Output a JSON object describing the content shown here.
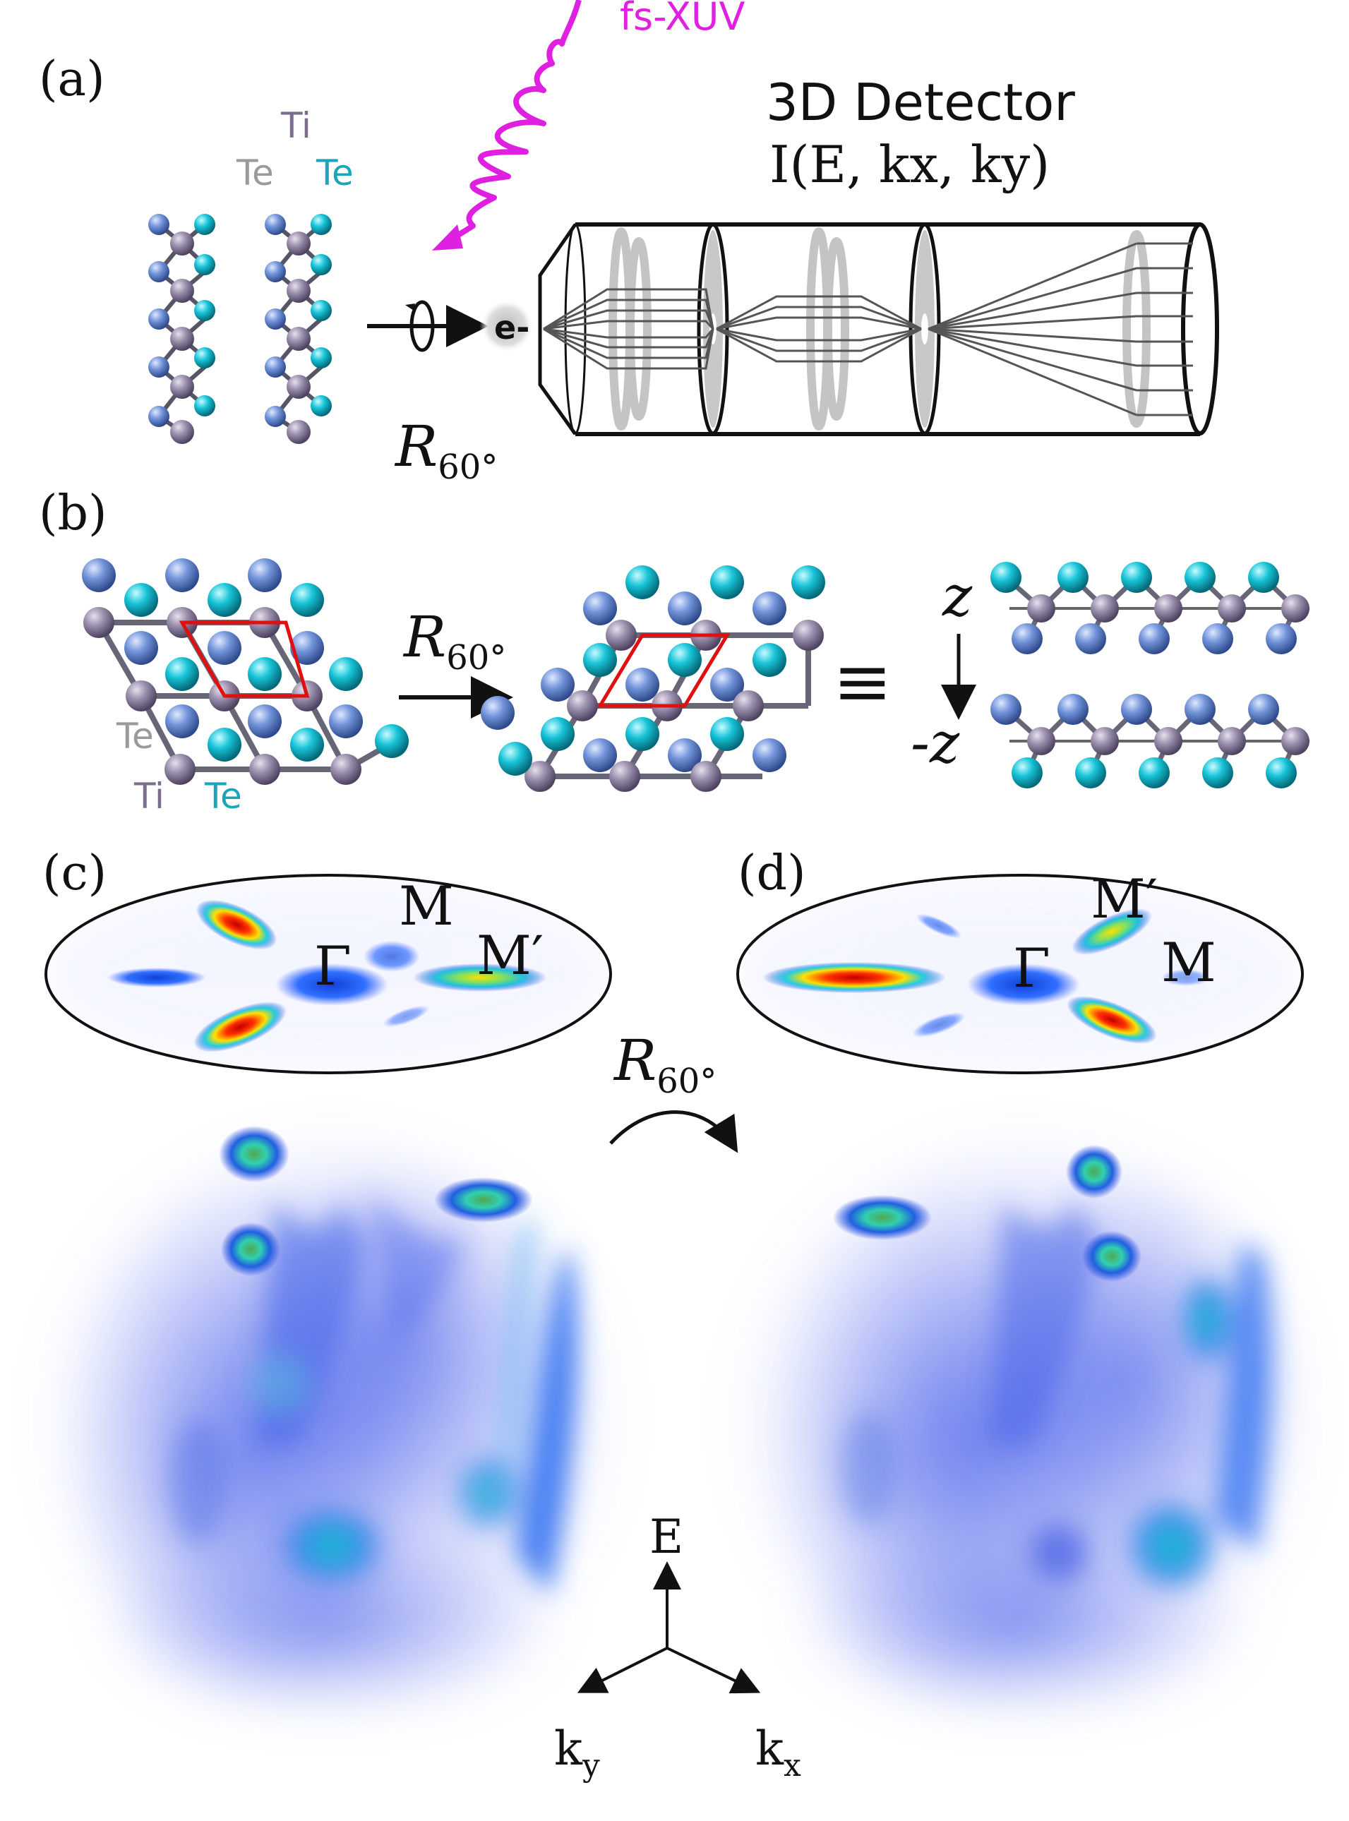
{
  "panels": {
    "a": {
      "label": "(a)"
    },
    "b": {
      "label": "(b)"
    },
    "c": {
      "label": "(c)"
    },
    "d": {
      "label": "(d)"
    }
  },
  "atoms": {
    "ti": "Ti",
    "te_top": "Te",
    "te_bottom": "Te"
  },
  "beam": {
    "label": "fs-XUV",
    "color": "#e020e0"
  },
  "electron": {
    "label": "e-"
  },
  "detector": {
    "title": "3D Detector",
    "formula": "I(E, kx, ky)"
  },
  "rotation": {
    "symbol": "R",
    "subscript": "60°"
  },
  "equivalence": {
    "symbol": "≡"
  },
  "z_axis": {
    "top": "z",
    "bottom": "-z"
  },
  "bz_points": {
    "gamma": "Γ",
    "m": "M",
    "m_prime": "M′"
  },
  "axes": {
    "e": "E",
    "ky": "ky",
    "kx": "kx"
  },
  "colors": {
    "ti_atom": "#857a96",
    "te_cyan": "#10b8cc",
    "te_blue": "#6a88d0",
    "unit_cell": "#e01010",
    "spectral_blue": "#2f4fe0"
  }
}
